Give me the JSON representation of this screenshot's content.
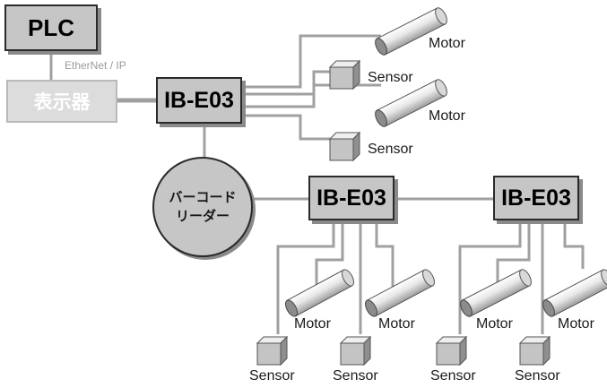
{
  "nodes": {
    "plc": "PLC",
    "protocol": "EtherNet / IP",
    "display": "表示器",
    "ib_main": "IB-E03",
    "reader_line1": "バーコード",
    "reader_line2": "リーダー",
    "ib_left": "IB-E03",
    "ib_right": "IB-E03"
  },
  "devices": {
    "motor": "Motor",
    "sensor": "Sensor"
  },
  "colors": {
    "line": "#a0a0a0",
    "box_fill": "#c6c6c6",
    "display_fill": "#dcdcdc",
    "border": "#2a2a2a"
  }
}
